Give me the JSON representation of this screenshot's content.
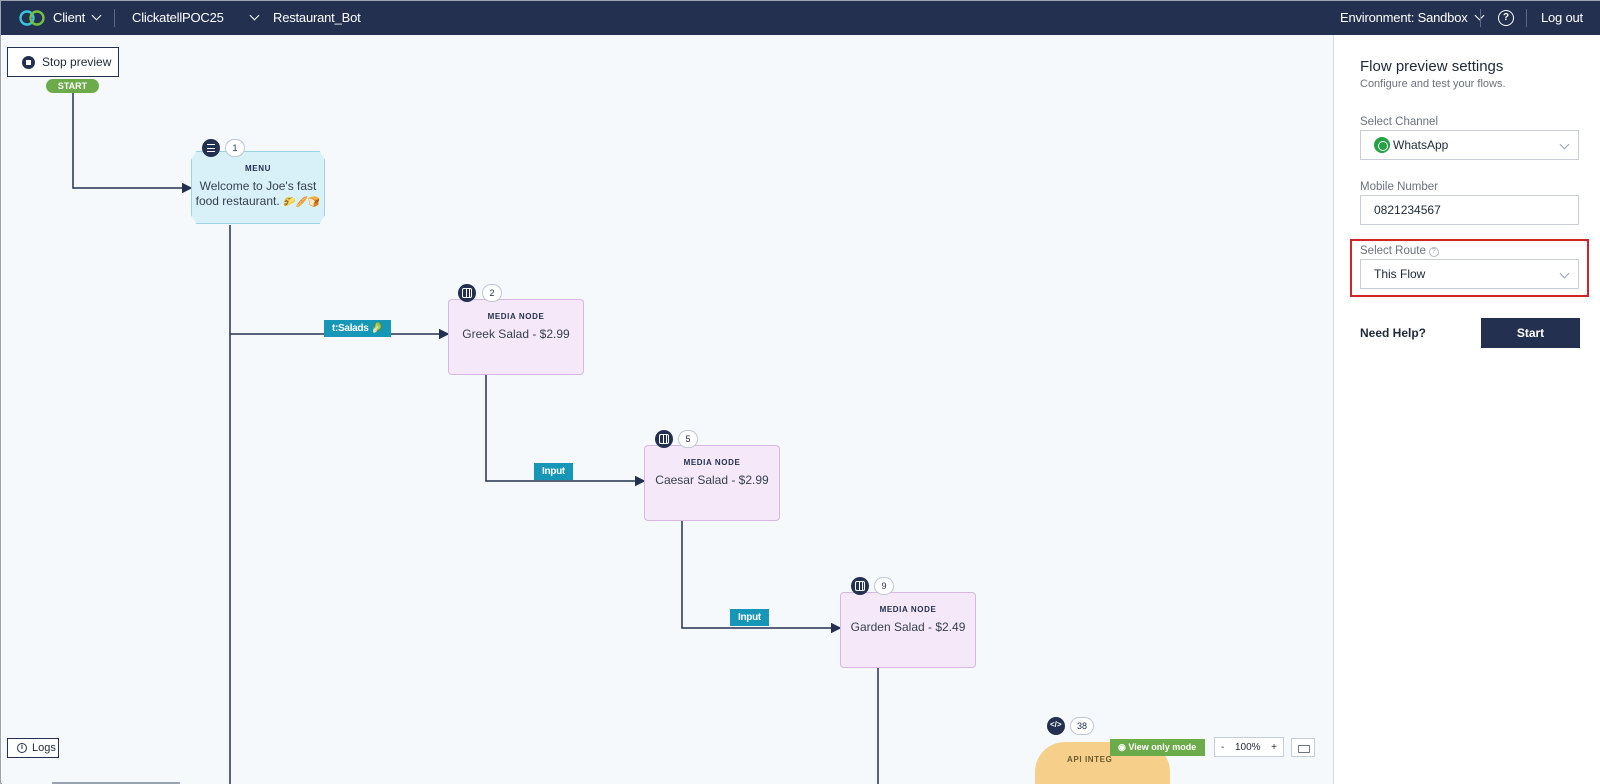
{
  "topbar": {
    "client_label": "Client",
    "account": "ClickatellPOC25",
    "bot_name": "Restaurant_Bot",
    "environment": "Environment: Sandbox",
    "help_glyph": "?",
    "logout": "Log out"
  },
  "canvas": {
    "stop_preview": "Stop preview",
    "start_pill": "START",
    "nodes": [
      {
        "num": "1",
        "kind": "MENU",
        "line1": "Welcome to Joe's fast",
        "line2": "food restaurant.",
        "emoji": "🌮🥖🍞"
      },
      {
        "num": "2",
        "kind": "MEDIA NODE",
        "text": "Greek Salad - $2.99"
      },
      {
        "num": "5",
        "kind": "MEDIA NODE",
        "text": "Caesar Salad - $2.99"
      },
      {
        "num": "9",
        "kind": "MEDIA NODE",
        "text": "Garden Salad - $2.49"
      },
      {
        "num": "38",
        "kind": "API INTEG"
      }
    ],
    "edge_labels": [
      "t:Salads 🥬",
      "Input",
      "Input"
    ],
    "logs": "Logs",
    "view_only": "View only mode",
    "zoom_minus": "-",
    "zoom_level": "100%",
    "zoom_plus": "+",
    "colors": {
      "navy": "#23304f",
      "media_node": "#f5e9f9",
      "menu_node": "#d8f1f9",
      "edge_label": "#1797b8",
      "start": "#6cab4a"
    }
  },
  "panel": {
    "title": "Flow preview settings",
    "subtitle": "Configure and test your flows.",
    "channel_label": "Select Channel",
    "channel_value": "WhatsApp",
    "mobile_label": "Mobile Number",
    "mobile_value": "0821234567",
    "route_label": "Select Route",
    "route_value": "This Flow",
    "need_help": "Need Help?",
    "start_button": "Start",
    "highlight_color": "#d0232a"
  }
}
